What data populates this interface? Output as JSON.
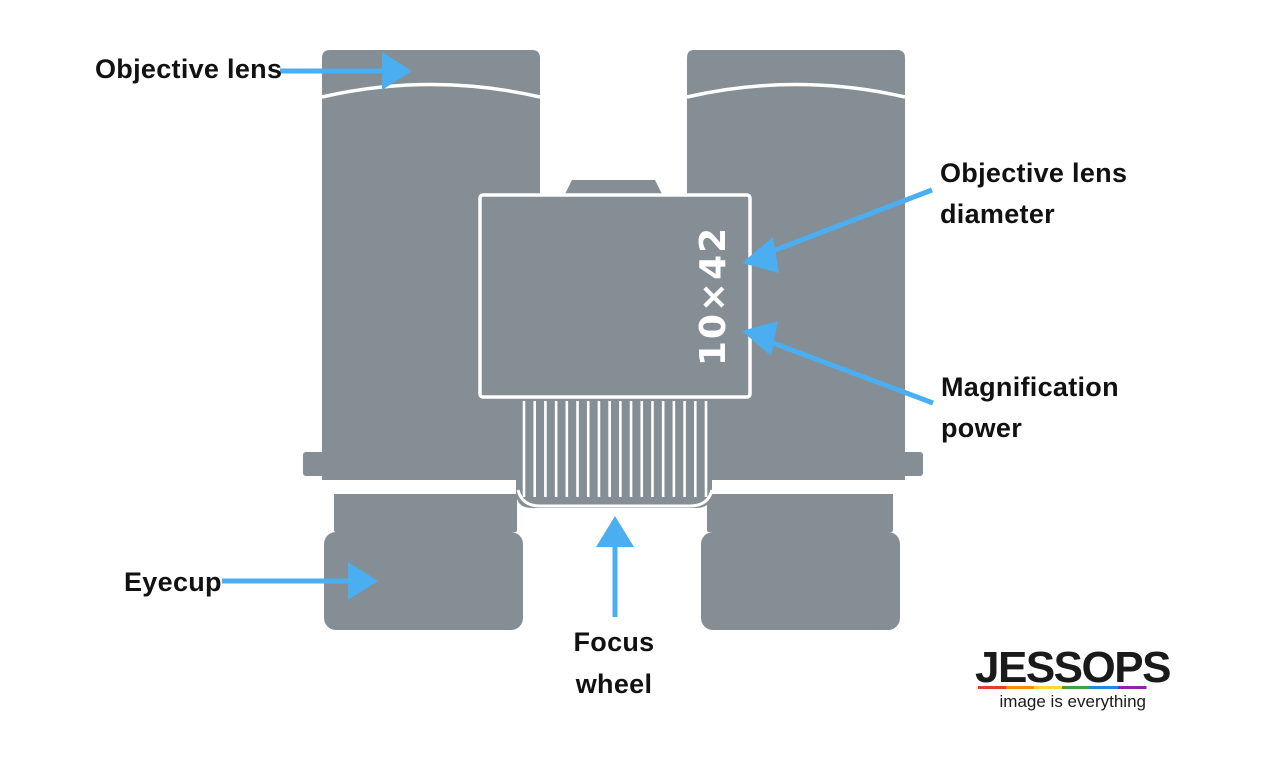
{
  "labels": {
    "objective_lens": "Objective lens",
    "objective_diameter_line1": "Objective lens",
    "objective_diameter_line2": "diameter",
    "magnification_line1": "Magnification",
    "magnification_line2": "power",
    "eyecup": "Eyecup",
    "focus_line1": "Focus",
    "focus_line2": "wheel"
  },
  "model_marking": "10×42",
  "logo": {
    "name": "JESSOPS",
    "tagline": "image is everything",
    "stripe_colors": [
      "#e53935",
      "#fb8c00",
      "#fdd835",
      "#43a047",
      "#1e88e5",
      "#8e24aa"
    ]
  },
  "colors": {
    "body": "#848e94",
    "outline": "#ffffff",
    "arrow": "#4aaef0",
    "text": "#111111",
    "background": "#ffffff"
  }
}
